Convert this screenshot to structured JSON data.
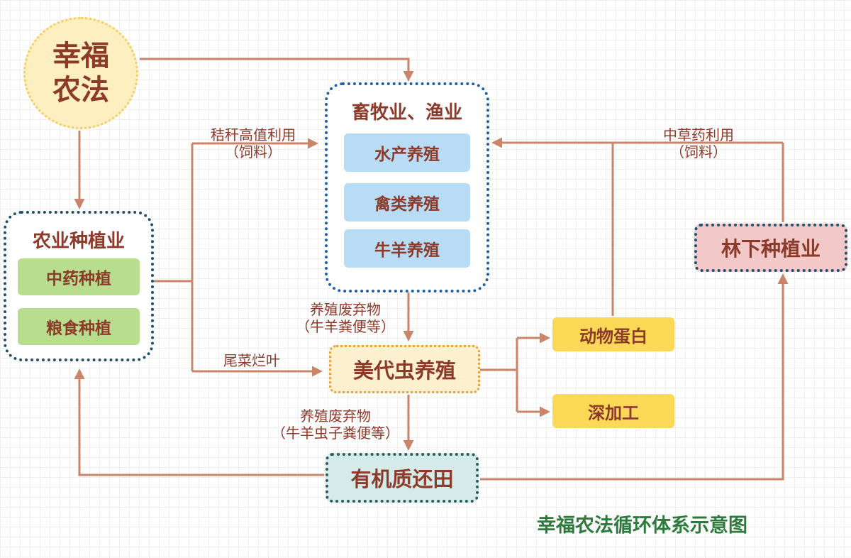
{
  "nodes": {
    "xingfu": "幸福农法",
    "farming": {
      "title": "农业种植业",
      "items": [
        "中药种植",
        "粮食种植"
      ]
    },
    "livestock": {
      "title": "畜牧业、渔业",
      "items": [
        "水产养殖",
        "禽类养殖",
        "牛羊养殖"
      ]
    },
    "worm": "美代虫养殖",
    "protein": "动物蛋白",
    "deep": "深加工",
    "organic": "有机质还田",
    "forest": "林下种植业"
  },
  "edge_labels": {
    "straw": {
      "main": "秸秆高值利用",
      "sub": "（饲料）"
    },
    "herb": {
      "main": "中草药利用",
      "sub": "（饲料）"
    },
    "waste1": {
      "main": "养殖废弃物",
      "sub": "（牛羊粪便等）"
    },
    "veg": "尾菜烂叶",
    "waste2": {
      "main": "养殖废弃物",
      "sub": "（牛羊虫子粪便等）"
    }
  },
  "caption": "幸福农法循环体系示意图",
  "colors": {
    "arrow": "#c98469",
    "text": "#8c3a2a",
    "caption": "#2e7a3c",
    "green_box": "#b8dd8e",
    "blue_box": "#b9dcf6",
    "yellow_box": "#fbd956",
    "pink_box": "#f2c8c8",
    "teal_box": "#d5ebe9"
  }
}
